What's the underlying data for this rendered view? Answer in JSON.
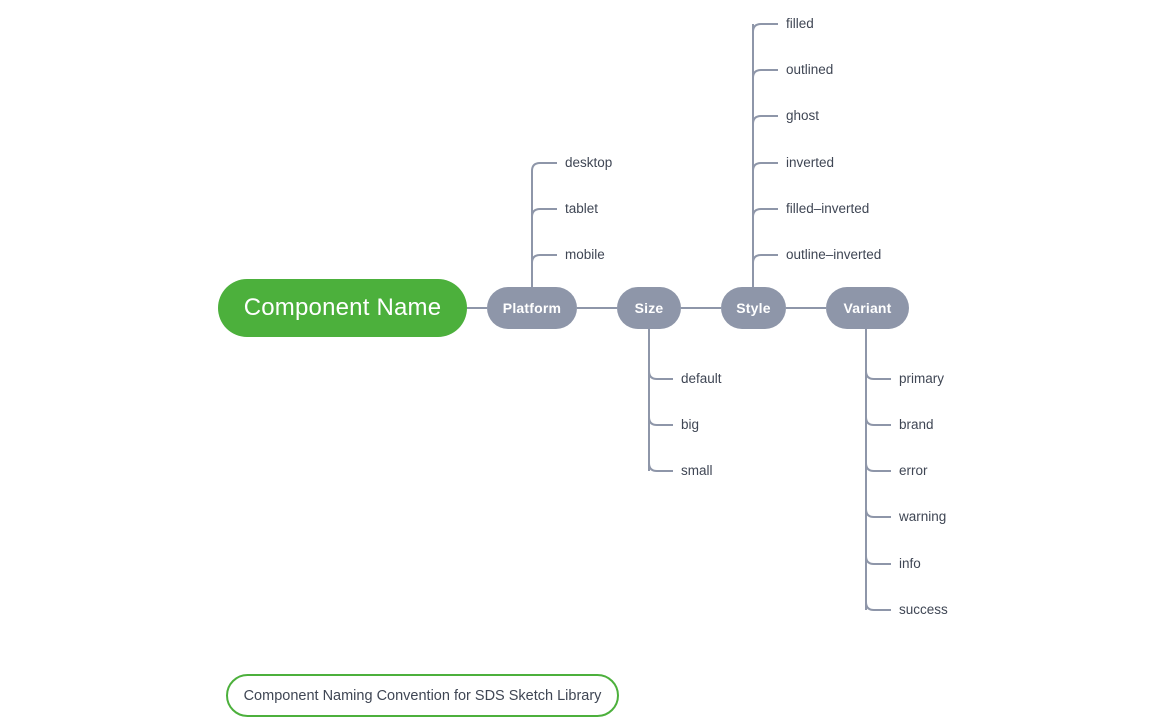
{
  "diagram": {
    "type": "mindmap",
    "background_color": "#ffffff",
    "root": {
      "label": "Component Name",
      "fill_color": "#4cb03c",
      "text_color": "#ffffff"
    },
    "branch_style": {
      "fill_color": "#8e96a9",
      "text_color": "#ffffff",
      "connector_color": "#8e96a9"
    },
    "leaf_text_color": "#3f4654",
    "branches": [
      {
        "label": "Platform",
        "direction": "up",
        "leaves": [
          "desktop",
          "tablet",
          "mobile"
        ]
      },
      {
        "label": "Size",
        "direction": "down",
        "leaves": [
          "default",
          "big",
          "small"
        ]
      },
      {
        "label": "Style",
        "direction": "up",
        "leaves": [
          "filled",
          "outlined",
          "ghost",
          "inverted",
          "filled–inverted",
          "outline–inverted"
        ]
      },
      {
        "label": "Variant",
        "direction": "down",
        "leaves": [
          "primary",
          "brand",
          "error",
          "warning",
          "info",
          "success"
        ]
      }
    ]
  },
  "caption": {
    "text": "Component Naming Convention for SDS Sketch Library",
    "border_color": "#4cb03c",
    "text_color": "#3f4654"
  }
}
